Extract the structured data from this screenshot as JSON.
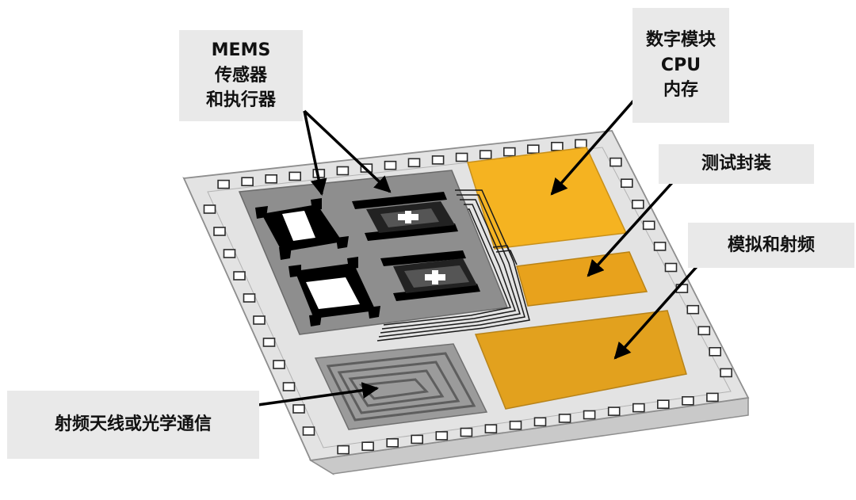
{
  "labels": {
    "mems": [
      "MEMS",
      "传感器",
      "和执行器"
    ],
    "digital": [
      "数字模块",
      "CPU",
      "内存"
    ],
    "test_pkg": "测试封装",
    "analog_rf": "模拟和射频",
    "antenna": "射频天线或光学通信"
  },
  "colors": {
    "substrate_top": "#e3e3e3",
    "substrate_side": "#cfcfcf",
    "substrate_edge": "#9a9a9a",
    "mems_region": "#8c8c8c",
    "antenna_region": "#9b9b9b",
    "digital_block": "#f5b321",
    "test_block": "#e8a21c",
    "analog_block": "#e2a11e",
    "label_bg": "#e9e9e9"
  }
}
